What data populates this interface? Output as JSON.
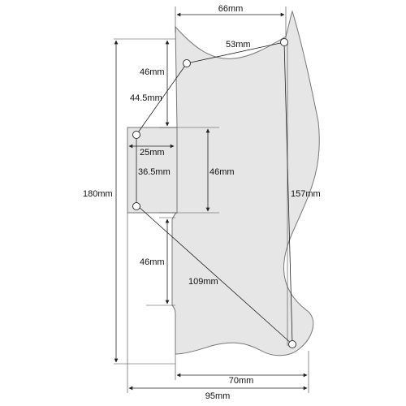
{
  "colors": {
    "guard_fill": "#e6e6e6",
    "guard_edge": "#777777",
    "line": "#222222",
    "text": "#111111"
  },
  "dimensions": {
    "top_width": "66mm",
    "hole_top_span": "53mm",
    "upper_vertical": "46mm",
    "upper_hole_offset": "44.5mm",
    "cutout_width": "25mm",
    "cutout_inner_height": "36.5mm",
    "cutout_height": "46mm",
    "overall_height": "180mm",
    "right_span": "157mm",
    "lower_vertical": "46mm",
    "lower_diagonal": "109mm",
    "bottom_width": "70mm",
    "overall_width": "95mm"
  }
}
